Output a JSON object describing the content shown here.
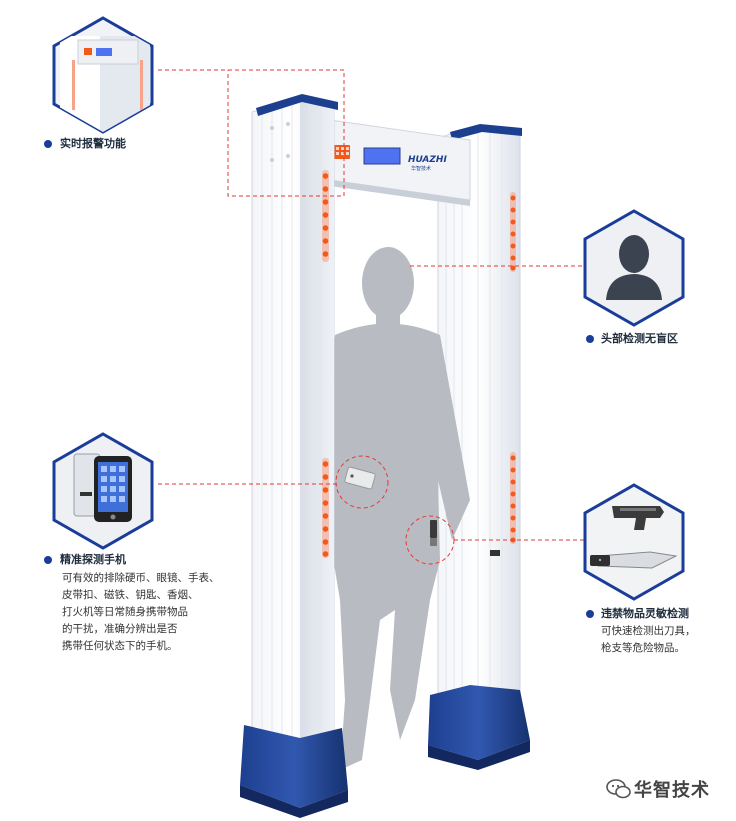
{
  "gate": {
    "brand_en": "HUAZHI",
    "brand_cn": "华智技术"
  },
  "features": [
    {
      "title": "实时报警功能",
      "icon": "alarm-panel-icon",
      "desc": []
    },
    {
      "title": "头部检测无盲区",
      "icon": "person-head-icon",
      "desc": []
    },
    {
      "title": "精准探测手机",
      "icon": "phone-icon",
      "desc": [
        "可有效的排除硬币、眼镜、手表、",
        "皮带扣、磁铁、钥匙、香烟、",
        "打火机等日常随身携带物品",
        "的干扰，准确分辨出是否",
        "携带任何状态下的手机。"
      ]
    },
    {
      "title": "违禁物品灵敏检测",
      "icon": "gun-knife-icon",
      "desc": [
        "可快速检测出刀具，",
        "枪支等危险物品。"
      ]
    }
  ],
  "watermark": {
    "text": "华智技术",
    "icon": "wechat-icon"
  },
  "colors": {
    "accent_blue": "#1a3d9a",
    "alarm_orange": "#f25a1c",
    "guide_red": "#e53935",
    "hex_border": "#1a3d9a"
  }
}
